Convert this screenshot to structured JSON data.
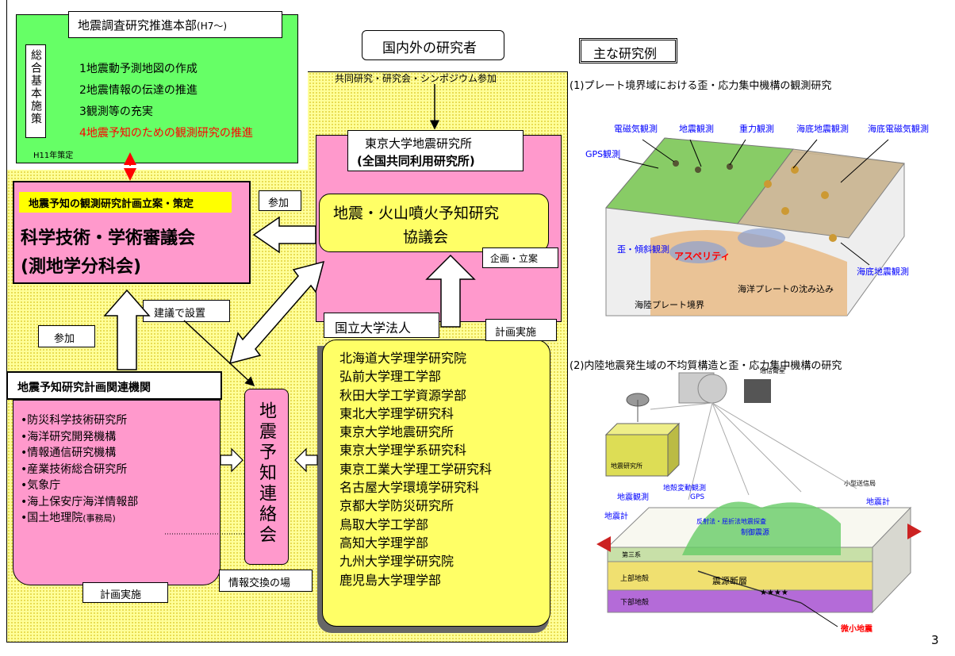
{
  "headquarters": {
    "title": "地震調査研究推進本部",
    "title_suffix": "(H7～)",
    "side_label": "総合基本施策",
    "items": [
      "1地震動予測地図の作成",
      "2地震情報の伝達の推進",
      "3観測等の充実",
      "4地震予知のための観測研究の推進"
    ],
    "footnote": "H11年策定"
  },
  "council": {
    "banner": "地震予知の観測研究計画立案・策定",
    "name_line1": "科学技術・学術審議会",
    "name_line2": "(測地学分科会)"
  },
  "researchers": {
    "box_label": "国内外の研究者",
    "joint_label": "共同研究・研究会・シンポジウム参加"
  },
  "eri": {
    "line1": "東京大学地震研究所",
    "line2": "(全国共同利用研究所)",
    "kyogikai_line1": "地震・火山噴火予知研究",
    "kyogikai_line2": "協議会",
    "planning_label": "企画・立案"
  },
  "labels": {
    "sanka_right": "参加",
    "sanka_left": "参加",
    "kengi": "建議で設置",
    "keikaku_jisshi_univ": "計画実施",
    "keikaku_jisshi_inst": "計画実施",
    "joho_koukan": "情報交換の場"
  },
  "renrakukai": {
    "label": "地震予知連絡会"
  },
  "institutions": {
    "header": "地震予知研究計画関連機関",
    "items": [
      "•防災科学技術研究所",
      "•海洋研究開発機構",
      "•情報通信研究機構",
      "•産業技術総合研究所",
      "•気象庁",
      "•海上保安庁海洋情報部",
      "•国土地理院"
    ],
    "last_suffix": "(事務局)"
  },
  "universities": {
    "header": "国立大学法人",
    "items": [
      "北海道大学理学研究院",
      "弘前大学理工学部",
      "秋田大学工学資源学部",
      "東北大学理学研究科",
      "東京大学地震研究所",
      "東京大学理学系研究科",
      "東京工業大学理工学研究科",
      "名古屋大学環境学研究科",
      "京都大学防災研究所",
      "鳥取大学工学部",
      "高知大学理学部",
      "九州大学理学研究院",
      "鹿児島大学理学部"
    ]
  },
  "research_examples": {
    "title": "主な研究例",
    "example1_title": "(1)プレート境界域における歪・応力集中機構の観測研究",
    "example2_title": "(2)内陸地震発生域の不均質構造と歪・応力集中機構の研究"
  },
  "figure1": {
    "labels": [
      "電磁気観測",
      "地震観測",
      "重力観測",
      "海底地震観測",
      "海底電磁気観測",
      "GPS観測",
      "歪・傾斜観測",
      "アスペリティ",
      "海底地震観測",
      "海洋プレートの沈み込み",
      "海陸プレート境界"
    ]
  },
  "figure2": {
    "labels": [
      "通信衛星",
      "地震研究所",
      "小型送信局",
      "地殻変動観測",
      "GPS",
      "地震観測",
      "地震計",
      "地震計",
      "反射法・屈折法地震探査",
      "制御震源",
      "第三系",
      "上部地殻",
      "震源断層",
      "下部地殻",
      "微小地震"
    ]
  },
  "page_number": "3",
  "colors": {
    "green": "#66ff66",
    "pink": "#ff99cc",
    "yellow_panel": "#ffff99",
    "yellow_box": "#ffff66",
    "red_text": "#ff0000",
    "blue_text": "#0000ff"
  }
}
